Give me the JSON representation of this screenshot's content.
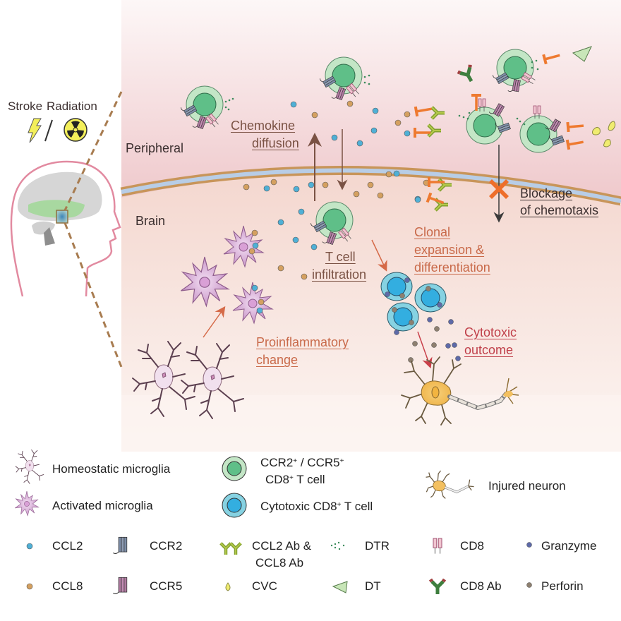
{
  "figure": {
    "triggers": {
      "stroke_label": "Stroke",
      "radiation_label": "Radiation",
      "separator": "/"
    },
    "regions": {
      "peripheral": "Peripheral",
      "brain": "Brain"
    },
    "annotations": {
      "chemokine_diffusion": [
        "Chemokine",
        "diffusion"
      ],
      "blockage": [
        "Blockage",
        "of chemotaxis"
      ],
      "t_cell_infiltration": [
        "T cell",
        "infiltration"
      ],
      "clonal_expansion": [
        "Clonal",
        "expansion &",
        "differentiation"
      ],
      "proinflammatory": [
        "Proinflammatory",
        "change"
      ],
      "cytotoxic_outcome": [
        "Cytotoxic",
        "outcome"
      ]
    },
    "colors": {
      "background_top": "#fdf6f6",
      "peripheral_bg": "#f3d4d6",
      "brain_bg": "#f5dcd4",
      "membrane_outer": "#c8955a",
      "membrane_inner": "#b7cde4",
      "ccl2": "#4fb0d6",
      "ccl8": "#d4a060",
      "t_cell_outer": "#bfe3c2",
      "t_cell_nucleus": "#5bbf86",
      "cytotoxic_outer": "#7ccfe0",
      "cytotoxic_nucleus": "#35aee0",
      "microglia": "#d9a8d6",
      "neuron": "#f3c060",
      "inhibitor": "#ee7a30",
      "arrow_brown": "#7a5244",
      "arrow_orange": "#d56a48",
      "arrow_red": "#c9404a",
      "granzyme": "#5e6aa8",
      "perforin": "#8e8070"
    }
  },
  "legend": {
    "cells": [
      {
        "icon": "homeostatic-microglia-icon",
        "label": "Homeostatic microglia"
      },
      {
        "icon": "activated-microglia-icon",
        "label": "Activated microglia"
      },
      {
        "icon": "ccr2-ccr5-t-cell-icon",
        "label_line1": "CCR2",
        "label_line1_sup": "+",
        "label_line1_mid": " / CCR5",
        "label_line1_sup2": "+",
        "label_line2": "CD8",
        "label_line2_sup": "+",
        "label_line2_rest": " T cell"
      },
      {
        "icon": "cytotoxic-t-cell-icon",
        "label_pre": "Cytotoxic CD8",
        "label_sup": "+",
        "label_post": " T cell"
      },
      {
        "icon": "injured-neuron-icon",
        "label": "Injured neuron"
      }
    ],
    "molecules": [
      {
        "icon": "ccl2-dot-icon",
        "label": "CCL2"
      },
      {
        "icon": "ccr2-receptor-icon",
        "label": "CCR2"
      },
      {
        "icon": "ccl-antibody-icon",
        "label_line1": "CCL2 Ab &",
        "label_line2": "CCL8 Ab"
      },
      {
        "icon": "dtr-icon",
        "label": "DTR"
      },
      {
        "icon": "cd8-icon",
        "label": "CD8"
      },
      {
        "icon": "granzyme-dot-icon",
        "label": "Granzyme"
      },
      {
        "icon": "ccl8-dot-icon",
        "label": "CCL8"
      },
      {
        "icon": "ccr5-receptor-icon",
        "label": "CCR5"
      },
      {
        "icon": "cvc-drop-icon",
        "label": "CVC"
      },
      {
        "icon": "dt-triangle-icon",
        "label": "DT"
      },
      {
        "icon": "cd8-antibody-icon",
        "label": "CD8 Ab"
      },
      {
        "icon": "perforin-dot-icon",
        "label": "Perforin"
      }
    ]
  }
}
